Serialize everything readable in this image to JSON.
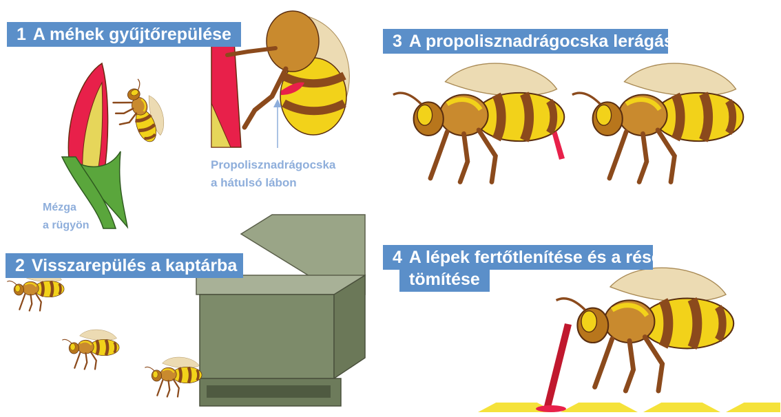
{
  "panels": [
    {
      "number": "1",
      "title": "A méhek gyűjtőrepülése"
    },
    {
      "number": "2",
      "title": "Visszarepülés a kaptárba"
    },
    {
      "number": "3",
      "title": "A propolisznadrágocska lerágása"
    },
    {
      "number": "4",
      "title": "A lépek fertőtlenítése és a rések",
      "title_line2": "tömítése"
    }
  ],
  "labels": {
    "propolis_line1": "Propolisznadrágocska",
    "propolis_line2": "a hátulsó lábon",
    "resin_line1": "Mézga",
    "resin_line2": "a rügyön"
  },
  "colors": {
    "banner": "#5b8fc9",
    "caption": "#8eaedb",
    "bee_yellow": "#f2d21a",
    "bee_brown": "#8b4a1c",
    "propolis_red": "#e8204a",
    "bud_green": "#5aa63c",
    "hive_green": "#7d8b6a",
    "comb_yellow": "#f5e23a"
  }
}
